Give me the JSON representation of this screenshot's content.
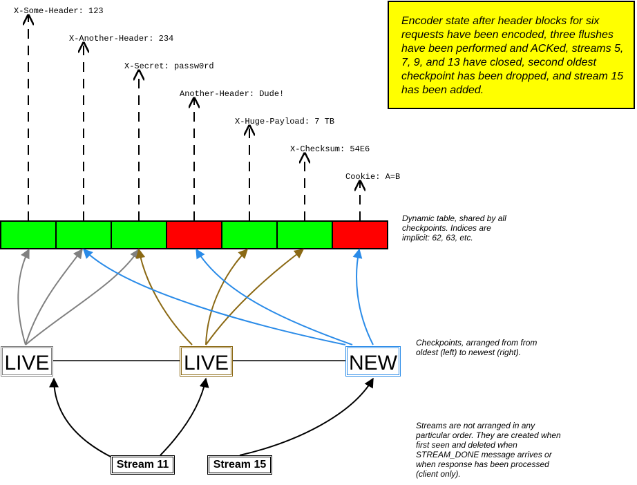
{
  "headers": [
    "X-Some-Header: 123",
    "X-Another-Header: 234",
    "X-Secret: passw0rd",
    "Another-Header: Dude!",
    "X-Huge-Payload: 7 TB",
    "X-Checksum: 54E6",
    "Cookie: A=B"
  ],
  "table_cells": [
    {
      "state": "live",
      "color": "#00ff00"
    },
    {
      "state": "live",
      "color": "#00ff00"
    },
    {
      "state": "live",
      "color": "#00ff00"
    },
    {
      "state": "evicted",
      "color": "#ff0000"
    },
    {
      "state": "live",
      "color": "#00ff00"
    },
    {
      "state": "live",
      "color": "#00ff00"
    },
    {
      "state": "evicted",
      "color": "#ff0000"
    }
  ],
  "note": "Encoder state after header blocks for six requests have been encoded, three flushes have been performed and ACKed, streams 5, 7, 9, and 13 have closed, second oldest checkpoint has been dropped, and stream 15 has been added.",
  "table_note": "Dynamic table, shared by all checkpoints.  Indices are implicit: 62, 63, etc.",
  "checkpoints_note": "Checkpoints, arranged from from oldest (left) to newest (right).",
  "streams_note": "Streams are not arranged in any particular order. They are created when first seen and deleted when STREAM_DONE message arrives or when response has been processed (client only).",
  "checkpoints": [
    {
      "label": "LIVE",
      "color": "#808080"
    },
    {
      "label": "LIVE",
      "color": "#8b6914"
    },
    {
      "label": "NEW",
      "color": "#2a8be8"
    }
  ],
  "streams": [
    "Stream 11",
    "Stream 15"
  ],
  "colors": {
    "live_entry": "#00ff00",
    "evicted_entry": "#ff0000",
    "note_background": "#ffff00",
    "checkpoint_1": "#808080",
    "checkpoint_2": "#8b6914",
    "checkpoint_3": "#2a8be8"
  }
}
